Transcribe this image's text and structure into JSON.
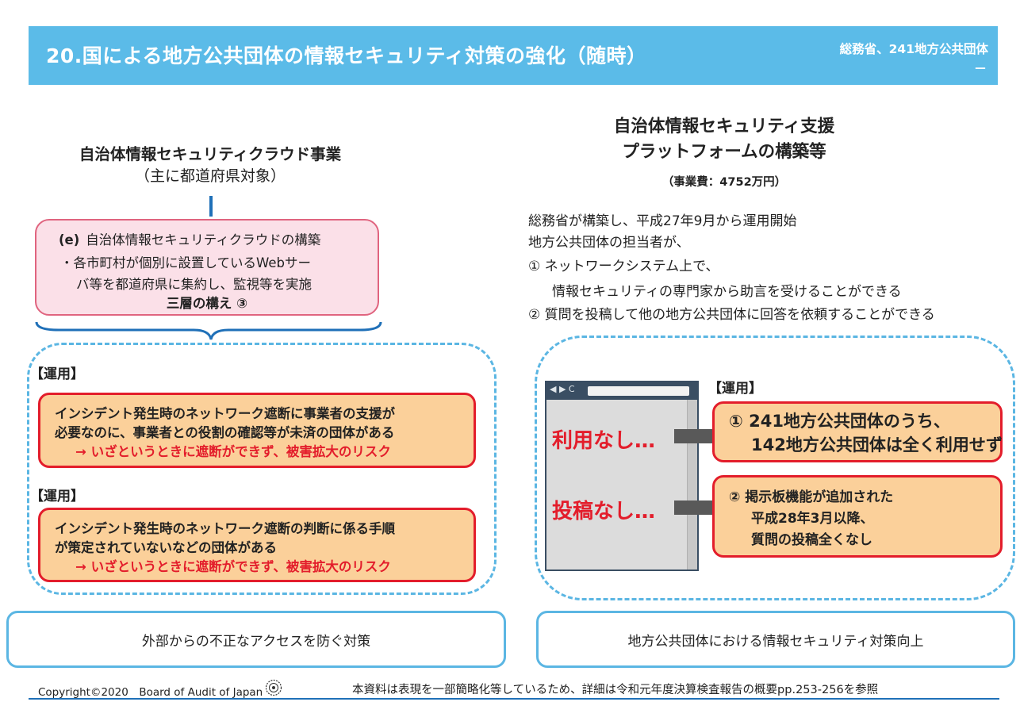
{
  "header": {
    "title": "20.国による地方公共団体の情報セキュリティ対策の強化（随時）",
    "org": "総務省、241地方公共団体",
    "dash": "－"
  },
  "left": {
    "title": "自治体情報セキュリティクラウド事業",
    "subtitle": "（主に都道府県対象）",
    "box": {
      "tag": "(e)",
      "heading": "自治体情報セキュリティクラウドの構築",
      "line2": "・各市町村が個別に設置しているWebサー",
      "line3": "バ等を都道府県に集約し、監視等を実施",
      "line4": "三層の構え ③"
    },
    "unyo_label": "【運用】",
    "risks": [
      {
        "line1": "インシデント発生時のネットワーク遮断に事業者の支援が",
        "line2": "必要なのに、事業者との役割の確認等が未済の団体がある",
        "line3": "→ いざというときに遮断ができず、被害拡大のリスク"
      },
      {
        "line1": "インシデント発生時のネットワーク遮断の判断に係る手順",
        "line2": "が策定されていないなどの団体がある",
        "line3": "→ いざというときに遮断ができず、被害拡大のリスク"
      }
    ],
    "bottom": "外部からの不正なアクセスを防ぐ対策"
  },
  "right": {
    "title_line1": "自治体情報セキュリティ支援",
    "title_line2": "プラットフォームの構築等",
    "cost": "（事業費：4752万円）",
    "desc": [
      "総務省が構築し、平成27年9月から運用開始",
      "地方公共団体の担当者が、",
      "① ネットワークシステム上で、",
      "情報セキュリティの専門家から助言を受けることができる",
      "② 質問を投稿して他の地方公共団体に回答を依頼することができる"
    ],
    "browser_nav": "◀ ▶ C",
    "nashi_1": "利用なし…",
    "nashi_2": "投稿なし…",
    "unyo_label": "【運用】",
    "info_1": {
      "line1": "① 241地方公共団体のうち、",
      "line2": "142地方公共団体は全く利用せず"
    },
    "info_2": {
      "line1": "② 掲示板機能が追加された",
      "line2": "平成28年3月以降、",
      "line3": "質問の投稿全くなし"
    },
    "bottom": "地方公共団体における情報セキュリティ対策向上"
  },
  "footer": {
    "copyright": "Copyright©2020　Board of Audit of Japan",
    "note": "本資料は表現を一部簡略化等しているため、詳細は令和元年度決算検査報告の概要pp.253-256を参照"
  },
  "colors": {
    "banner": "#5bbbe8",
    "pink_fill": "#fbe0e8",
    "pink_border": "#e0647f",
    "risk_fill": "#fbd09a",
    "risk_border": "#e31d2b",
    "dashed": "#5bb6e3",
    "rule": "#1f70b8"
  }
}
